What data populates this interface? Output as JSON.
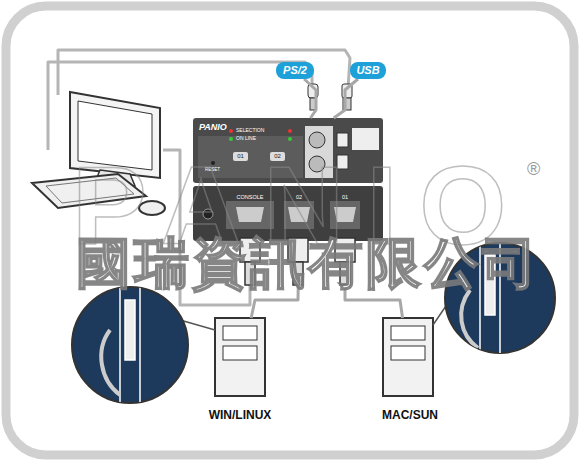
{
  "diagram": {
    "nodes": [
      {
        "text": [
          "PS/2"
        ]
      },
      {
        "text": [
          "USB"
        ]
      },
      {
        "text": [
          "PANIO"
        ]
      },
      {
        "text": [
          "CONSOLE"
        ]
      },
      {
        "text": [
          "02"
        ]
      },
      {
        "text": [
          "01"
        ]
      },
      {
        "text": [
          "WIN/LINUX"
        ]
      },
      {
        "text": [
          "MAC/SUN"
        ]
      }
    ],
    "edges": [
      {
        "from": 0,
        "to": 2,
        "arrow": "none"
      },
      {
        "from": 1,
        "to": 2,
        "arrow": "none"
      },
      {
        "from": 4,
        "to": 6,
        "arrow": "none"
      },
      {
        "from": 5,
        "to": 7,
        "arrow": "none"
      }
    ],
    "labels": [
      "SELECTION",
      "ON LINE",
      "01",
      "02",
      "RESET",
      "PANIO",
      "國瑞資訊有限公司",
      "®"
    ]
  }
}
